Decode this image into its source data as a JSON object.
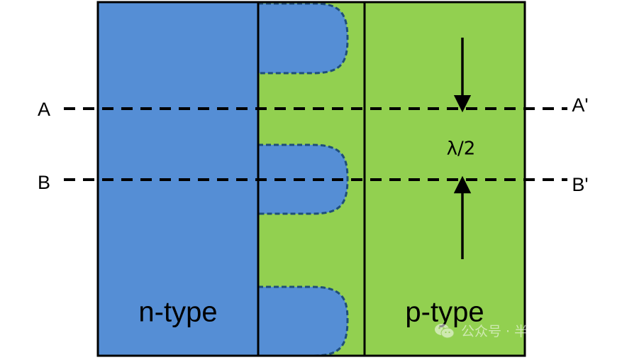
{
  "labels": {
    "a": "A",
    "a_prime": "A'",
    "b": "B",
    "b_prime": "B'",
    "lambda_half": "λ/2",
    "n_type": "n-type",
    "p_type": "p-type"
  },
  "watermark": {
    "text": "公众号 · 半导体"
  },
  "colors": {
    "n_region": "#558ed5",
    "p_region": "#92d050",
    "outline": "#000000",
    "finger_border": "#1f4e79"
  }
}
